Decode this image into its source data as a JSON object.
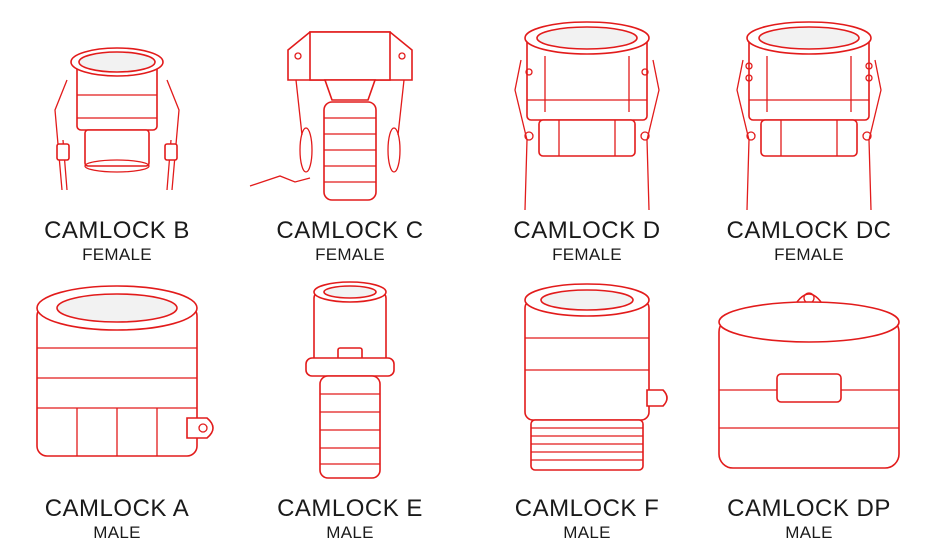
{
  "items": [
    {
      "name": "CAMLOCK  B",
      "gender": "FEMALE"
    },
    {
      "name": "CAMLOCK  C",
      "gender": "FEMALE"
    },
    {
      "name": "CAMLOCK  D",
      "gender": "FEMALE"
    },
    {
      "name": "CAMLOCK  DC",
      "gender": "FEMALE"
    },
    {
      "name": "CAMLOCK  A",
      "gender": "MALE"
    },
    {
      "name": "CAMLOCK  E",
      "gender": "MALE"
    },
    {
      "name": "CAMLOCK  F",
      "gender": "MALE"
    },
    {
      "name": "CAMLOCK  DP",
      "gender": "MALE"
    }
  ],
  "colors": {
    "line": "#e21b1b",
    "text": "#1a1a1a",
    "background": "#ffffff"
  }
}
